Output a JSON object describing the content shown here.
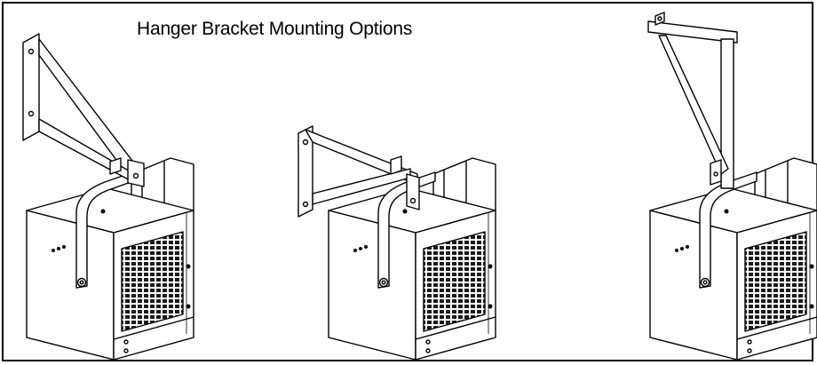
{
  "title": "Hanger Bracket Mounting Options",
  "colors": {
    "line": "#000000",
    "background": "#ffffff",
    "grille": "#1a1a1a"
  },
  "options": [
    {
      "id": "wall-mount-left",
      "icon": "heater-with-angled-wall-bracket"
    },
    {
      "id": "wall-mount-back",
      "icon": "heater-with-wall-bracket"
    },
    {
      "id": "ceiling-mount",
      "icon": "heater-with-ceiling-bracket"
    }
  ]
}
